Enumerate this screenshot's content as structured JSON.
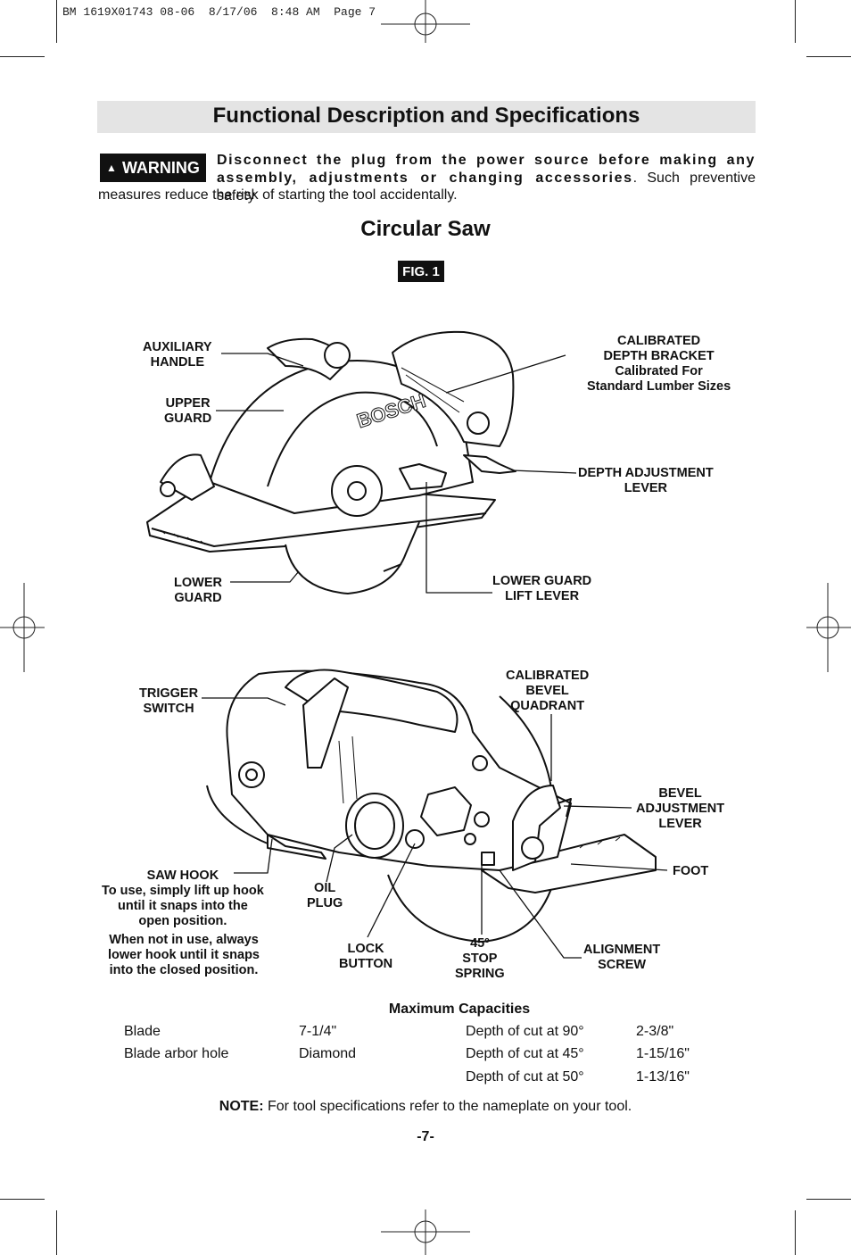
{
  "slug": "BM 1619X01743 08-06  8/17/06  8:48 AM  Page 7",
  "title": "Functional Description and Specifications",
  "warning": {
    "badge": "WARNING",
    "bold_text": "Disconnect the plug from the power source before making any assembly, adjustments or changing accessories",
    "text_end": ". Such preventive safety",
    "text_cont": "measures reduce the risk of starting the tool accidentally."
  },
  "subtitle": "Circular Saw",
  "figure_label": "FIG. 1",
  "brand": "BOSCH",
  "labels_top": {
    "auxiliary_handle": [
      "AUXILIARY",
      "HANDLE"
    ],
    "upper_guard": [
      "UPPER",
      "GUARD"
    ],
    "lower_guard": [
      "LOWER",
      "GUARD"
    ],
    "depth_bracket": [
      "CALIBRATED",
      "DEPTH BRACKET",
      "Calibrated For",
      "Standard Lumber Sizes"
    ],
    "depth_lever": [
      "DEPTH ADJUSTMENT",
      "LEVER"
    ],
    "lift_lever": [
      "LOWER GUARD",
      "LIFT LEVER"
    ]
  },
  "labels_bottom": {
    "trigger": [
      "TRIGGER",
      "SWITCH"
    ],
    "bevel_quadrant": [
      "CALIBRATED",
      "BEVEL",
      "QUADRANT"
    ],
    "bevel_lever": [
      "BEVEL",
      "ADJUSTMENT",
      "LEVER"
    ],
    "foot": [
      "FOOT"
    ],
    "saw_hook": [
      "SAW HOOK",
      "To use, simply lift up hook",
      "until it snaps into the",
      "open position."
    ],
    "saw_hook_note": [
      "When not in use, always",
      "lower hook until it snaps",
      "into the closed position."
    ],
    "oil_plug": [
      "OIL",
      "PLUG"
    ],
    "lock_button": [
      "LOCK",
      "BUTTON"
    ],
    "stop_spring": [
      "45º",
      "STOP",
      "SPRING"
    ],
    "alignment_screw": [
      "ALIGNMENT",
      "SCREW"
    ]
  },
  "capacities": {
    "heading": "Maximum Capacities",
    "left": [
      {
        "label": "Blade",
        "value": "7-1/4\""
      },
      {
        "label": "Blade arbor hole",
        "value": "Diamond"
      }
    ],
    "right": [
      {
        "label": "Depth of cut at 90°",
        "value": "2-3/8\""
      },
      {
        "label": "Depth of cut at 45°",
        "value": "1-15/16\""
      },
      {
        "label": "Depth of cut at 50°",
        "value": "1-13/16\""
      }
    ]
  },
  "note": {
    "bold": "NOTE:",
    "text": " For tool specifications refer to the nameplate on your tool."
  },
  "page_number": "-7-"
}
